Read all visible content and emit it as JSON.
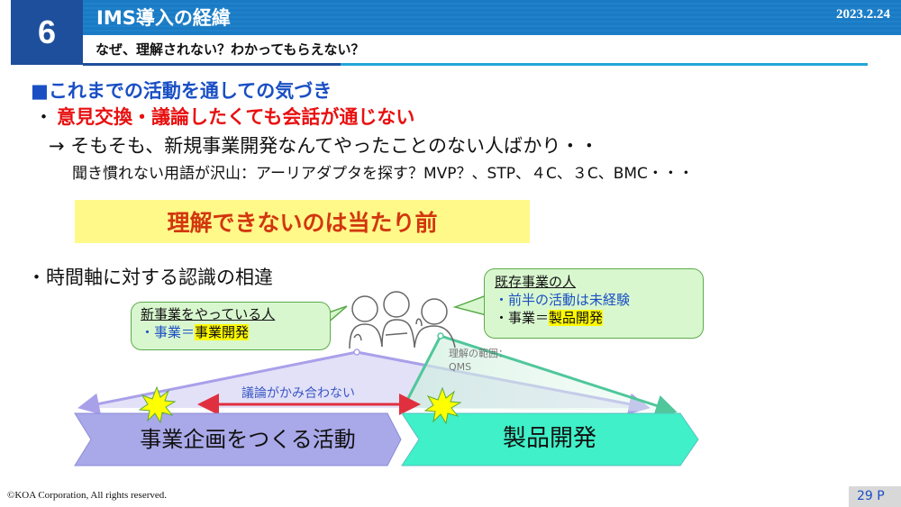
{
  "header": {
    "section_number": "6",
    "title": "IMS導入の経緯",
    "subtitle": "なぜ、理解されない？わかってもらえない？",
    "date": "2023.2.24"
  },
  "body": {
    "section_heading": "■これまでの活動を通しての気づき",
    "bullet_1": {
      "dot": "・",
      "text": "意見交換・議論したくても会話が通じない"
    },
    "arrow_line": "→ そもそも、新規事業開発なんてやったことのない人ばかり・・",
    "terms_line": "聞き慣れない用語が沢山：アーリアダプタを探す？MVP？、STP、４C、３C、BMC・・・",
    "callout": "理解できないのは当たり前",
    "bullet_2": {
      "dot": "・",
      "text": "時間軸に対する認識の相違"
    }
  },
  "diagram": {
    "bubble_new_business": {
      "heading": "新事業をやっている人",
      "line_prefix": "・事業＝",
      "line_highlight": "事業開発"
    },
    "bubble_existing_business": {
      "heading": "既存事業の人",
      "line_1": "・前半の活動は未経験",
      "line_2_prefix": "・事業＝",
      "line_2_highlight": "製品開発"
    },
    "qms_label_1": "理解の範囲：",
    "qms_label_2": "QMS",
    "argue_label": "議論がかみ合わない",
    "chevron_left_label": "事業企画をつくる活動",
    "chevron_right_label": "製品開発",
    "colors": {
      "purple_chevron": "#a9a8e8",
      "teal_chevron": "#3ff0c8",
      "purple_line": "#a9a0ea",
      "green_line": "#4fc79a",
      "red_arrow": "#e03040",
      "starburst": "#ffff00",
      "bubble_fill": "#d9f7cf"
    }
  },
  "footer": {
    "copyright": "©KOA Corporation, All rights reserved.",
    "page": "29 P"
  }
}
